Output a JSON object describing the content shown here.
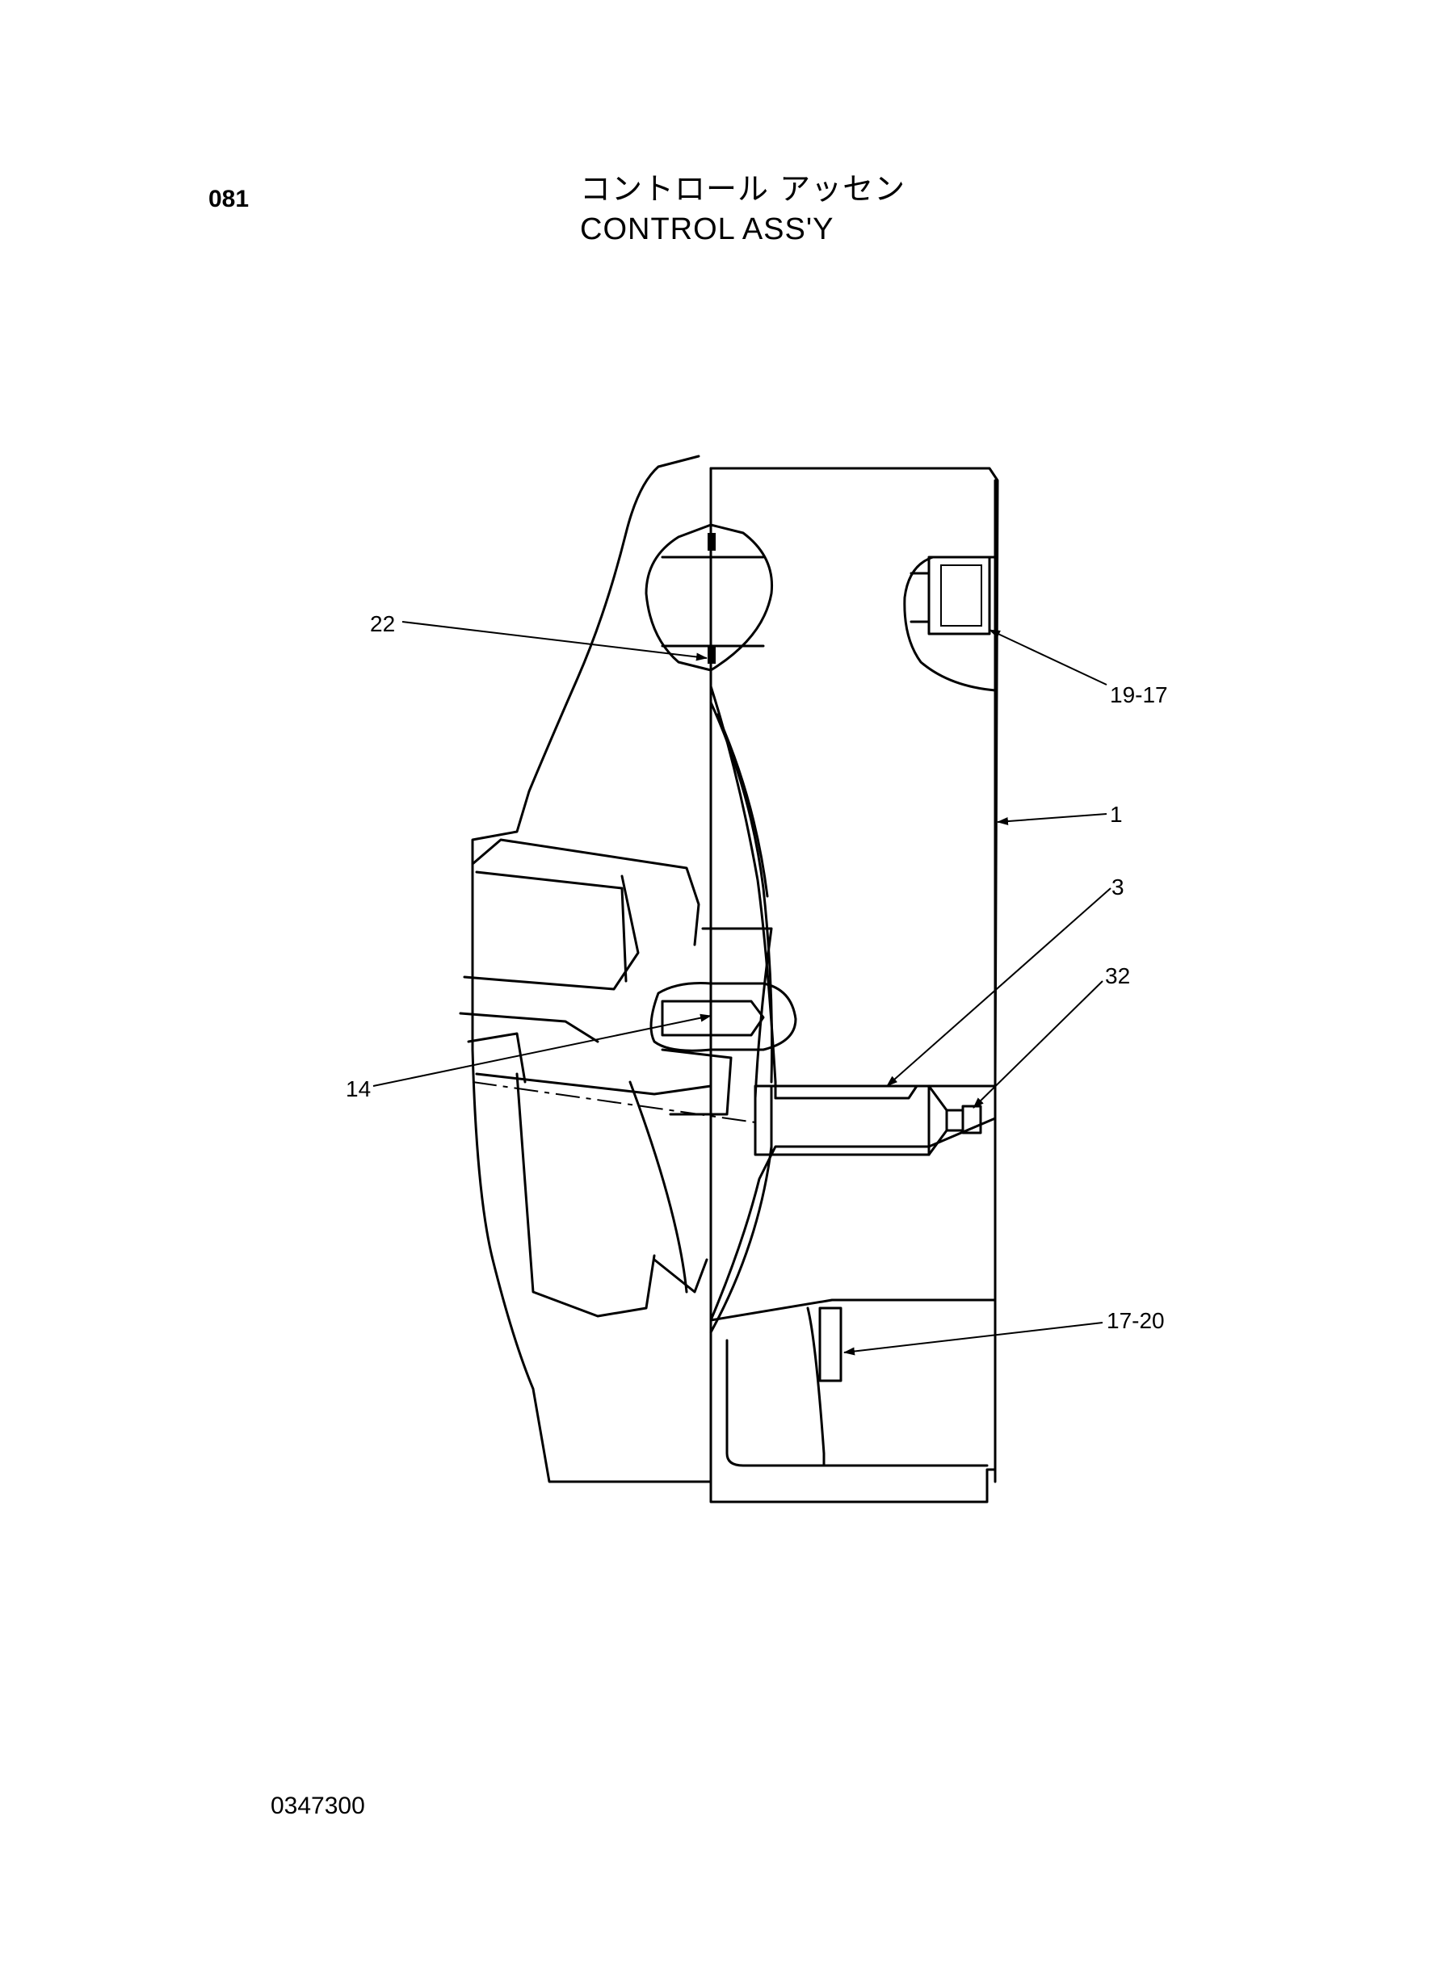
{
  "header": {
    "page_number": "081",
    "title_jp": "コントロール アッセン",
    "title_en": "CONTROL ASS'Y"
  },
  "callouts": [
    {
      "id": "22",
      "label": "22"
    },
    {
      "id": "19-17",
      "label": "19-17"
    },
    {
      "id": "1",
      "label": "1"
    },
    {
      "id": "3",
      "label": "3"
    },
    {
      "id": "32",
      "label": "32"
    },
    {
      "id": "14",
      "label": "14"
    },
    {
      "id": "17-20",
      "label": "17-20"
    }
  ],
  "footer": {
    "document_number": "0347300"
  }
}
